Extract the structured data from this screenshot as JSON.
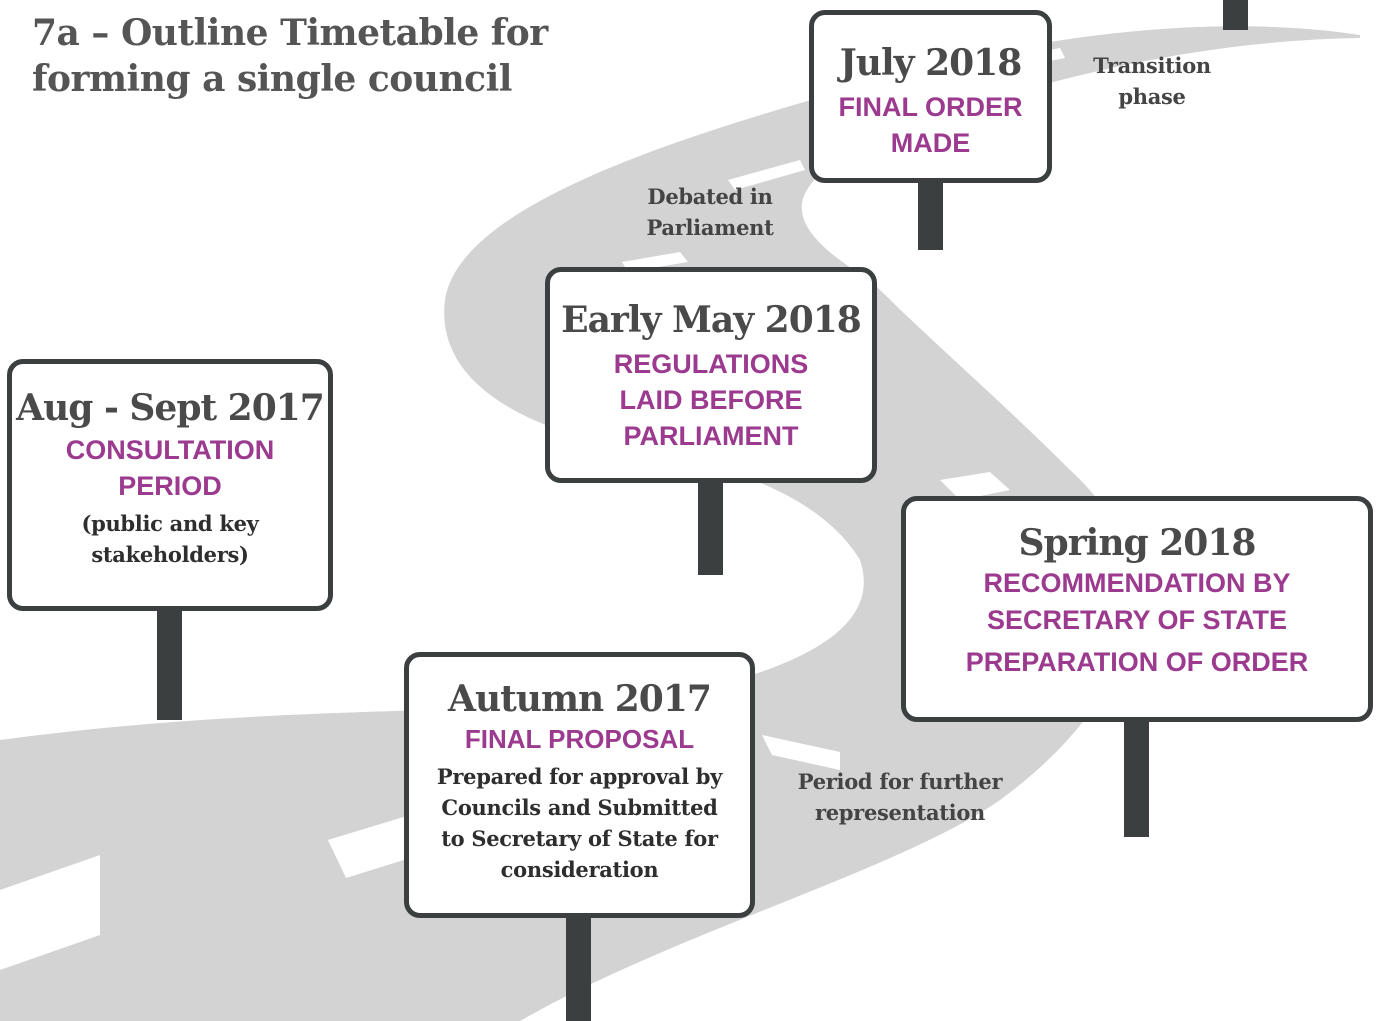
{
  "title": {
    "line1": "7a – Outline Timetable for",
    "line2": "forming a single council"
  },
  "signs": {
    "aug_sept": {
      "date": "Aug - Sept 2017",
      "stage_line1": "CONSULTATION",
      "stage_line2": "PERIOD",
      "note_line1": "(public and key",
      "note_line2": "stakeholders)"
    },
    "autumn": {
      "date": "Autumn 2017",
      "stage_line1": "FINAL PROPOSAL",
      "note_line1": "Prepared for approval by",
      "note_line2": "Councils and Submitted",
      "note_line3": "to Secretary of State for",
      "note_line4": "consideration"
    },
    "spring": {
      "date": "Spring 2018",
      "stage_line1": "RECOMMENDATION BY",
      "stage_line2": "SECRETARY OF STATE",
      "stage_line3": "PREPARATION OF ORDER"
    },
    "early_may": {
      "date": "Early May 2018",
      "stage_line1": "REGULATIONS",
      "stage_line2": "LAID BEFORE",
      "stage_line3": "PARLIAMENT"
    },
    "july": {
      "date": "July 2018",
      "stage_line1": "FINAL ORDER",
      "stage_line2": "MADE"
    }
  },
  "labels": {
    "further_rep_line1": "Period for further",
    "further_rep_line2": "representation",
    "debated_line1": "Debated in",
    "debated_line2": "Parliament",
    "transition_line1": "Transition",
    "transition_line2": "phase"
  },
  "colors": {
    "road": "#d3d3d3",
    "road_marking": "#ffffff",
    "post": "#3b3f3f",
    "stage_text": "#9b3a8e",
    "title_text": "#555555"
  }
}
